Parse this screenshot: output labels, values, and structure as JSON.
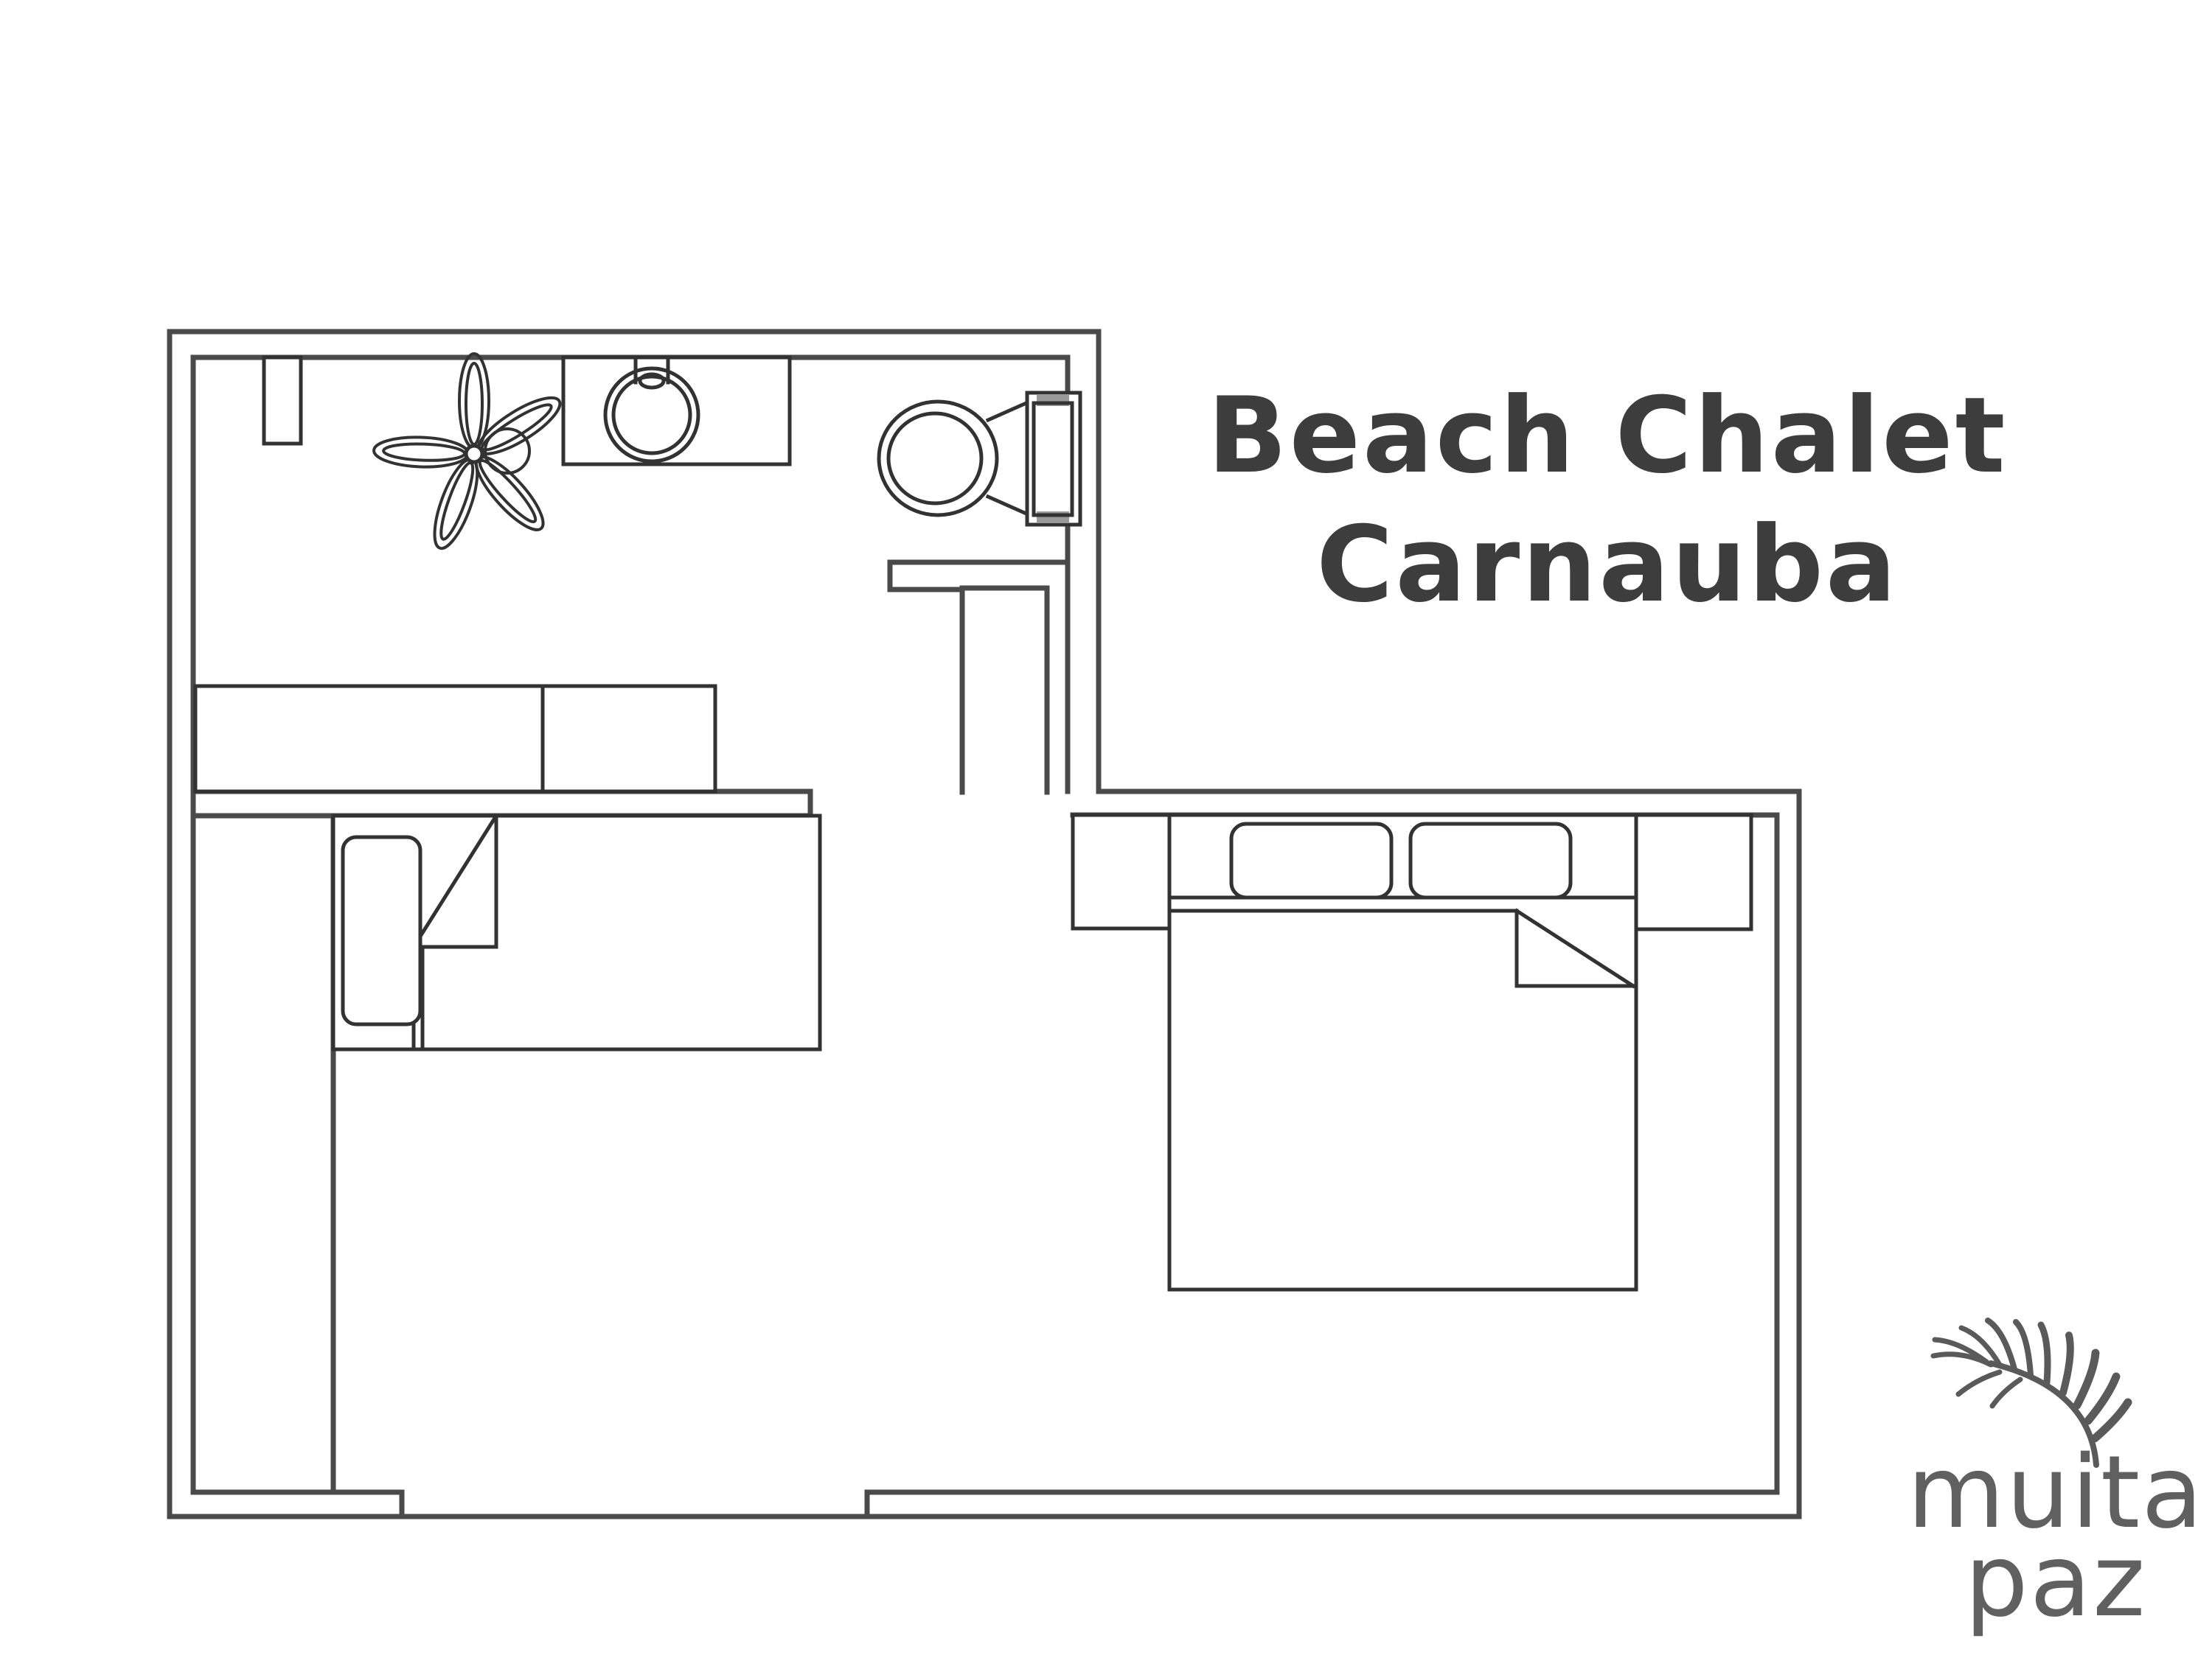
{
  "title": {
    "line1": "Beach Chalet",
    "line2": "Carnauba"
  },
  "logo": {
    "word1": "muita",
    "word2": "paz"
  },
  "colors": {
    "background": "#ffffff",
    "wall_line": "#4a4a4a",
    "furniture_line": "#323232",
    "title_text": "#3d3d3d",
    "logo_text": "#606060",
    "tank_cap_gray": "#9a9a9a"
  },
  "icons": {
    "ceiling_fan": "ceiling-fan-icon",
    "sink": "sink-icon",
    "toilet": "toilet-icon",
    "single_bed": "single-bed-icon",
    "double_bed": "double-bed-icon",
    "closet": "closet-icon",
    "nightstand": "nightstand-icon",
    "palm_frond": "palm-frond-icon"
  },
  "plan": {
    "type": "floor-plan",
    "rooms": [
      "bathroom-kitchen area",
      "single bedroom",
      "double bedroom"
    ],
    "fixtures_count": {
      "beds": 2,
      "toilets": 1,
      "sinks": 1,
      "fans": 1,
      "closets": 1,
      "nightstands": 2
    }
  }
}
